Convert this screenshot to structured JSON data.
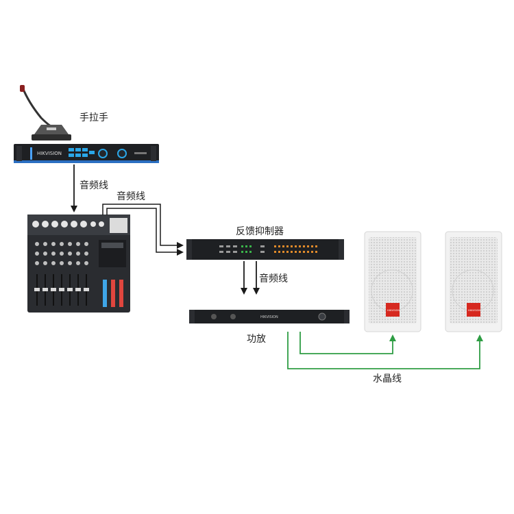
{
  "labels": {
    "conference_unit": "手拉手",
    "audio_cable_1": "音频线",
    "audio_cable_2": "音频线",
    "audio_cable_3": "音频线",
    "feedback_suppressor": "反馈抑制器",
    "power_amplifier": "功放",
    "speaker_cable": "水晶线"
  },
  "device_text": {
    "host_brand": "HIKVISION",
    "amp_brand": "HIKVISION",
    "speaker_badge": "HIKVISION"
  },
  "colors": {
    "audio_arrow": "#1a1a1a",
    "speaker_line": "#2e9d43",
    "rack_dark": "#1e2023",
    "speaker_body": "#f2f2f2",
    "speaker_badge": "#d6281f",
    "host_button": "#2aa7e8"
  }
}
